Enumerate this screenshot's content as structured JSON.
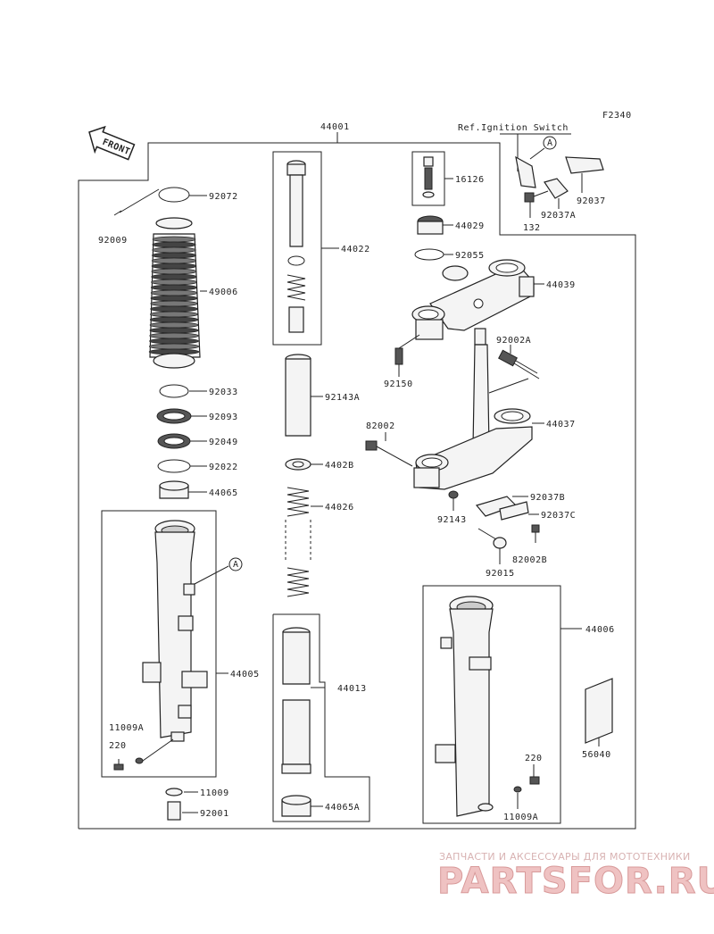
{
  "figure_code": "F2340",
  "ref_note": "Ref.Ignition Switch",
  "front_label": "FRONT",
  "callout_A": "A",
  "parts": {
    "p44001": "44001",
    "p92072": "92072",
    "p92009": "92009",
    "p49006": "49006",
    "p92033": "92033",
    "p92093": "92093",
    "p92049": "92049",
    "p92022": "92022",
    "p44065": "44065",
    "p44005": "44005",
    "p11009A_left": "11009A",
    "p220_left": "220",
    "p11009": "11009",
    "p92001": "92001",
    "p44022": "44022",
    "p92143A": "92143A",
    "p4402B": "4402B",
    "p44026": "44026",
    "p44013": "44013",
    "p44065A": "44065A",
    "p16126": "16126",
    "p44029": "44029",
    "p92055": "92055",
    "p44039": "44039",
    "p92002A": "92002A",
    "p92150": "92150",
    "p44037": "44037",
    "p82002": "82002",
    "p92037B": "92037B",
    "p92037C": "92037C",
    "p92143": "92143",
    "p92015": "92015",
    "p82002B": "82002B",
    "p92037": "92037",
    "p92037A": "92037A",
    "p132": "132",
    "p44006": "44006",
    "p56040": "56040",
    "p220_right": "220",
    "p11009A_right": "11009A"
  },
  "watermark": {
    "tagline": "ЗАПЧАСТИ И АКСЕССУАРЫ ДЛЯ МОТОТЕХНИКИ",
    "brand": "PARTSFOR.RU"
  }
}
